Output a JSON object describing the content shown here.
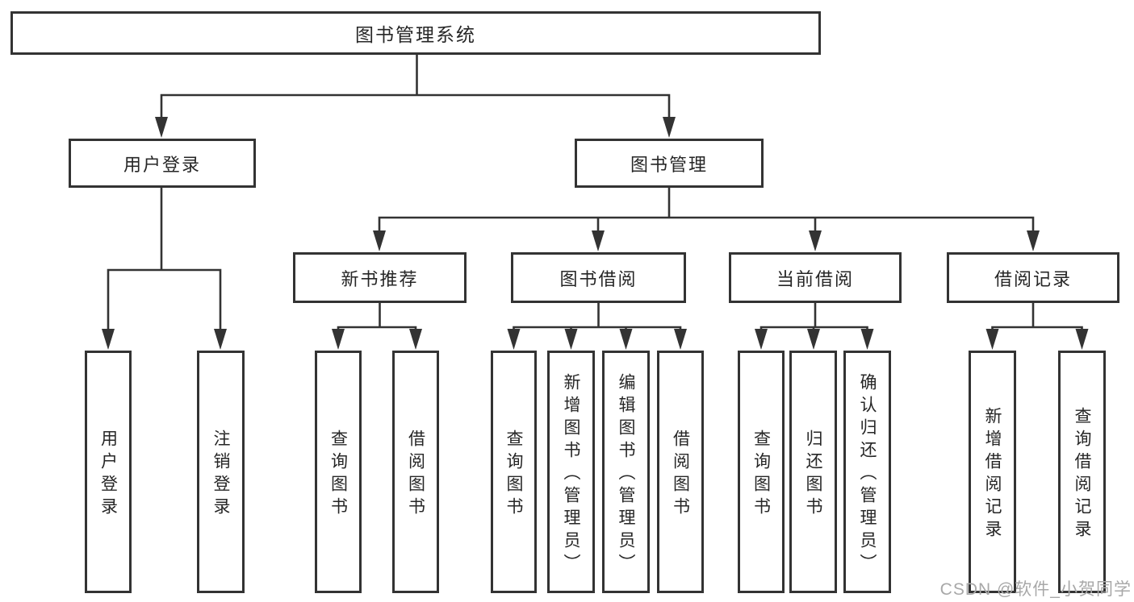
{
  "colors": {
    "line": "#333333",
    "box_border": "#333333",
    "text": "#262626",
    "watermark": "#a8a8a8",
    "background": "#ffffff"
  },
  "tree": {
    "root": "图书管理系统",
    "branches": [
      {
        "label": "用户登录",
        "children": [
          "用户登录",
          "注销登录"
        ]
      },
      {
        "label": "图书管理",
        "sections": [
          {
            "label": "新书推荐",
            "children": [
              "查询图书",
              "借阅图书"
            ]
          },
          {
            "label": "图书借阅",
            "children": [
              "查询图书",
              "新增图书（管理员）",
              "编辑图书（管理员）",
              "借阅图书"
            ]
          },
          {
            "label": "当前借阅",
            "children": [
              "查询图书",
              "归还图书",
              "确认归还（管理员）"
            ]
          },
          {
            "label": "借阅记录",
            "children": [
              "新增借阅记录",
              "查询借阅记录"
            ]
          }
        ]
      }
    ]
  },
  "watermark": "CSDN @软件_小贺同学"
}
